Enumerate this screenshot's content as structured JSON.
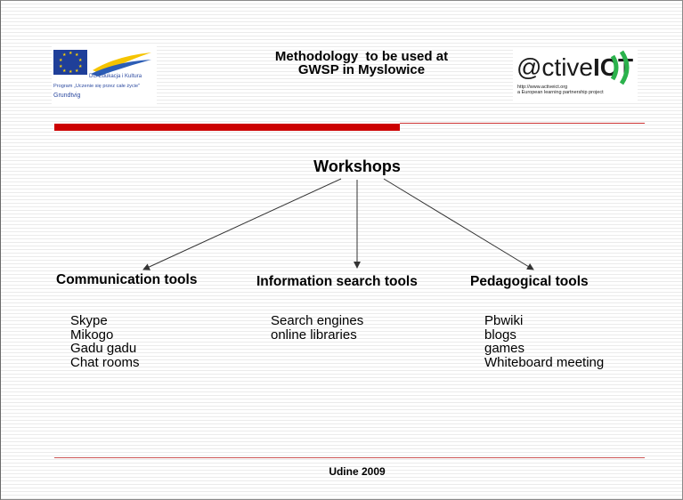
{
  "header": {
    "title_line1": "Methodology  to be used at",
    "title_line2": "GWSP in Myslowice"
  },
  "eu_logo": {
    "dg_text": "DG Edukacja i Kultura",
    "program_text": "Program „Uczenie się przez całe życie\"",
    "grundtvig_text": "Grundtvig",
    "flag_color": "#1f3f99",
    "star_color": "#ffd400"
  },
  "activeict_logo": {
    "prefix": "@ctive",
    "bold": "ICT",
    "url": "http://www.activeict.org",
    "tagline": "a European learning partnership project",
    "wave_color": "#2bb24c"
  },
  "diagram": {
    "root": "Workshops",
    "branches": [
      {
        "title": "Communication tools",
        "items": [
          "Skype",
          "Mikogo",
          "Gadu gadu",
          "Chat rooms"
        ]
      },
      {
        "title": "Information search tools",
        "items": [
          "Search engines",
          "online libraries"
        ]
      },
      {
        "title": "Pedagogical tools",
        "items": [
          "Pbwiki",
          "blogs",
          "games",
          "Whiteboard meeting"
        ]
      }
    ]
  },
  "footer": {
    "text": "Udine 2009"
  },
  "colors": {
    "accent_red": "#cc0000",
    "lines": "#333333"
  }
}
